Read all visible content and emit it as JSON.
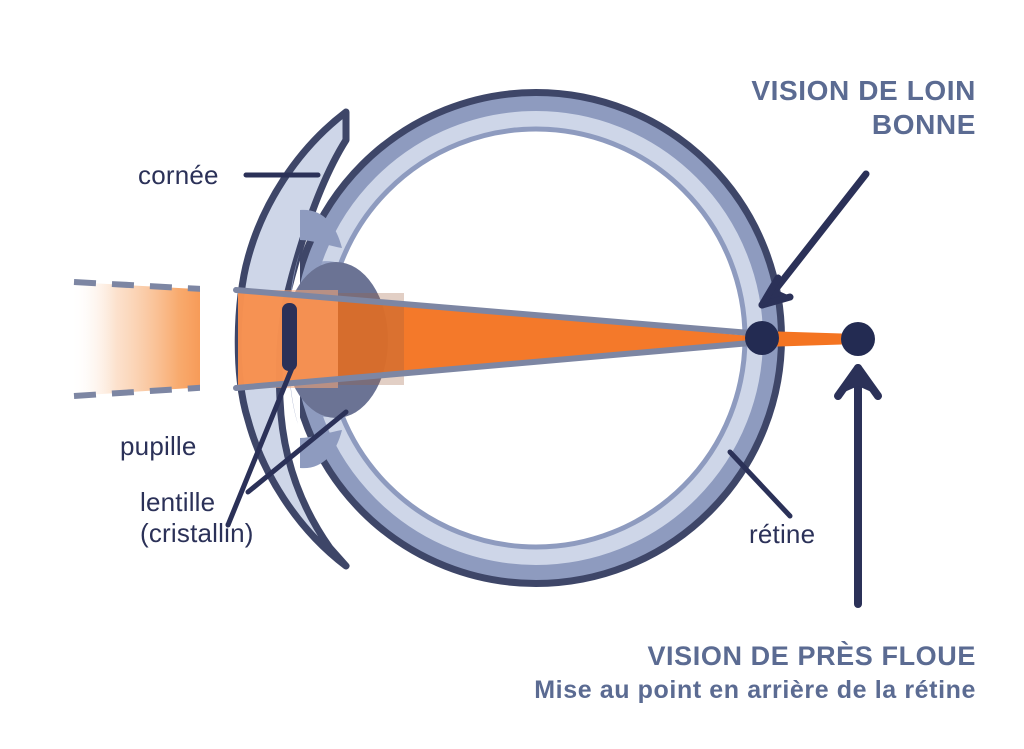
{
  "diagram": {
    "title_far_vision": {
      "line1": "VISION DE LOIN",
      "line2": "BONNE"
    },
    "title_near_vision": "VISION DE PRÈS FLOUE",
    "subtitle_near_vision": "Mise au point en arrière de la rétine",
    "labels": {
      "cornea": "cornée",
      "pupil": "pupille",
      "lens_line1": "lentille",
      "lens_line2": "(cristallin)",
      "retina": "rétine"
    },
    "colors": {
      "sclera_outline": "#3E4668",
      "sclera_mid": "#8E9BBF",
      "sclera_inner": "#CED6E8",
      "lens": "#6B7394",
      "pupil": "#2B3158",
      "light_beam": "#F47421",
      "ray_line": "#7D86A3",
      "heading_text": "#5B6B92",
      "label_text": "#2B3158",
      "focal_dot": "#232B52",
      "background": "#FFFFFF"
    }
  },
  "annotations": {
    "far_vision_arrow_target": "retina",
    "near_vision_arrow_target": "focal-point-behind-retina"
  }
}
